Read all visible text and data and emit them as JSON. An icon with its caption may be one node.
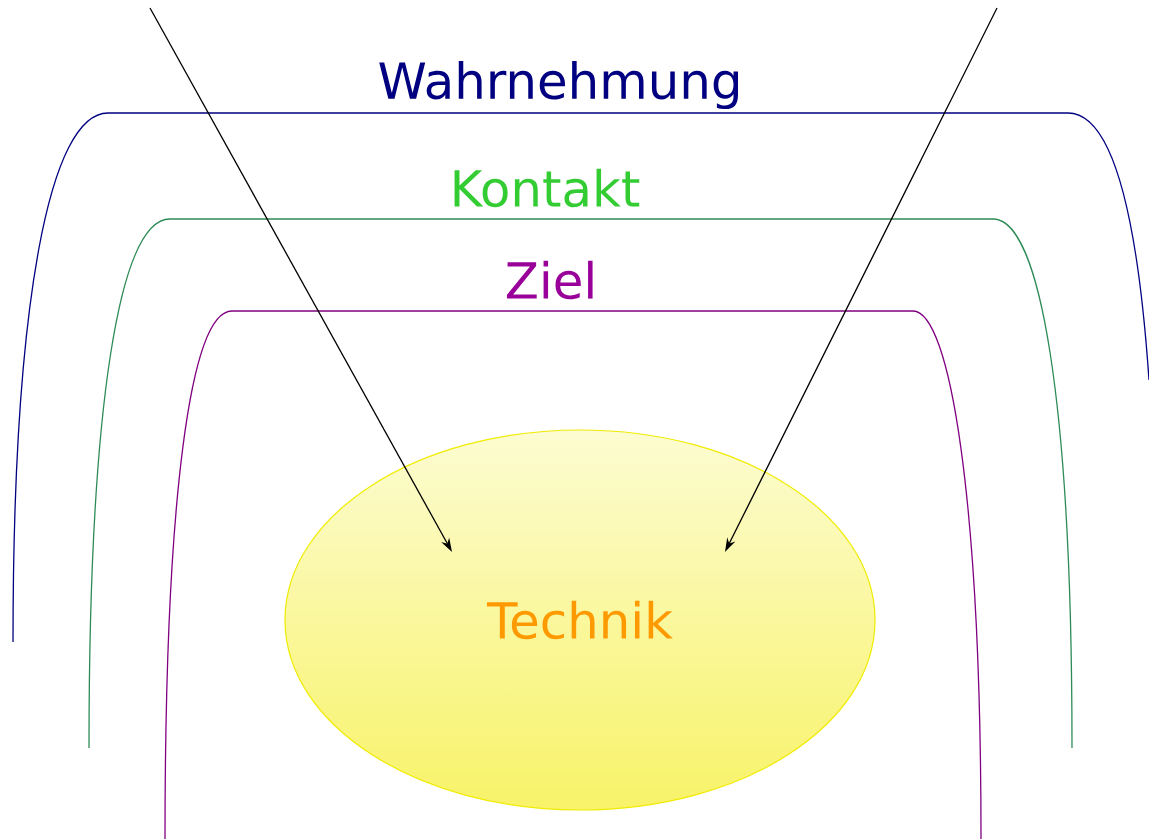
{
  "diagram": {
    "nodes": [
      {
        "text": [
          "Wahrnehmung"
        ]
      },
      {
        "text": [
          "Kontakt"
        ]
      },
      {
        "text": [
          "Ziel"
        ]
      },
      {
        "text": [
          "Technik"
        ],
        "in": 2
      }
    ],
    "edges": [
      {
        "from": null,
        "to": 3,
        "arrow": "to"
      },
      {
        "from": null,
        "to": 3,
        "arrow": "to"
      }
    ]
  }
}
